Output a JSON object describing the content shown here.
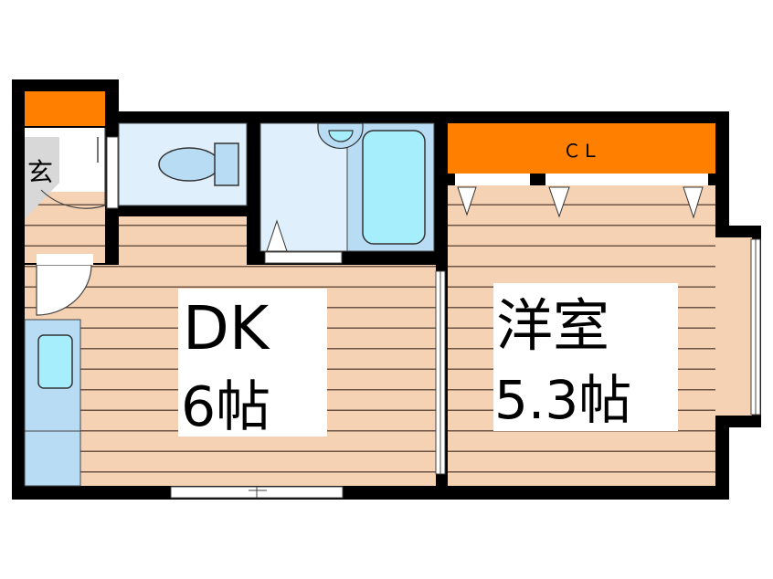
{
  "rooms": {
    "dk": {
      "name": "DK",
      "size": "6帖"
    },
    "western": {
      "name": "洋室",
      "size": "5.3帖"
    },
    "closet": {
      "label": "ＣＬ"
    },
    "entrance": {
      "label": "玄"
    }
  },
  "colors": {
    "wall": "#000000",
    "floor": "#f4d2b3",
    "floor_line": "#6e5444",
    "storage": "#ff7f00",
    "wet_area": "#dff0fc",
    "fixture": "#b9dcf5",
    "tub_water": "#a6eefc",
    "entrance_floor": "#d8d8d8"
  }
}
